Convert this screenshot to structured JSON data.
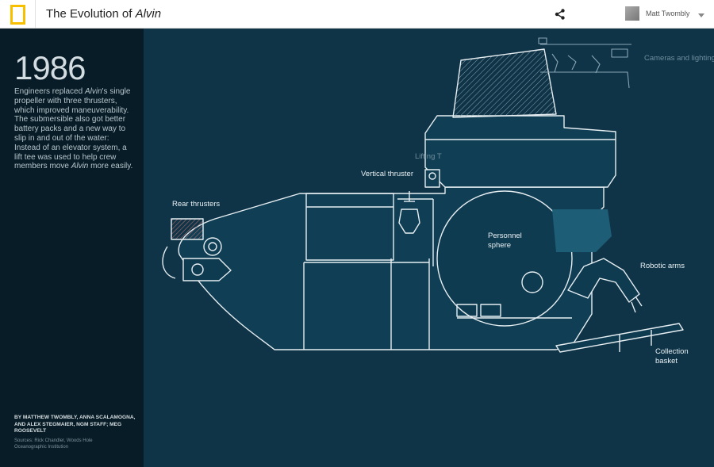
{
  "header": {
    "title_prefix": "The Evolution of ",
    "title_italic": "Alvin",
    "user_name": "Matt Twombly"
  },
  "sidebar": {
    "year": "1986",
    "description": {
      "p1": "Engineers replaced ",
      "p1_italic": "Alvin",
      "p2": "'s single propeller with three thrusters, which improved maneuverability. The submersible also got better battery packs and a new way to slip in and out of the water: Instead of an elevator system, a lift tee was used to help crew members move ",
      "p2_italic": "Alvin",
      "p3": " more easily."
    },
    "byline": "By Matthew Twombly, Anna Scalamogna, and Alex Stegmaier, NGM Staff; Meg Roosevelt",
    "sources": "Sources: Rick Chandler, Woods Hole Oceanographic Institution"
  },
  "labels": {
    "cameras": "Cameras and lighting",
    "lifting": "Lifting T",
    "vertical_thruster": "Vertical thruster",
    "rear_thrusters": "Rear thrusters",
    "personnel_sphere": "Personnel sphere",
    "robotic_arms": "Robotic arms",
    "collection_basket": "Collection basket"
  },
  "colors": {
    "accent_logo": "#f6c000",
    "sidebar_bg": "#071c26",
    "stage_bg": "#0f3447",
    "line": "#e6eef2"
  }
}
